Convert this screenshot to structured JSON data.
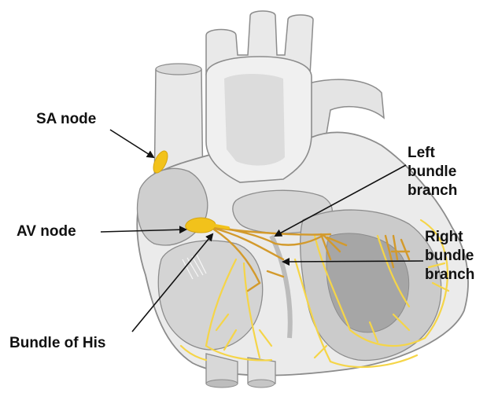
{
  "labels": {
    "sa_node": "SA node",
    "av_node": "AV node",
    "bundle_of_his": "Bundle of His",
    "left_bundle_branch": [
      "Left",
      "bundle",
      "branch"
    ],
    "right_bundle_branch": [
      "Right",
      "bundle",
      "branch"
    ]
  },
  "colors": {
    "heart_light": "#e9e9e9",
    "heart_mid": "#cfcfcf",
    "heart_dark": "#a6a6a6",
    "outline": "#8c8c8c",
    "node_yellow": "#f2c21b",
    "fiber_orange": "#d39a2c",
    "purkinje_yellow": "#f5d548",
    "arrow": "#111111"
  }
}
